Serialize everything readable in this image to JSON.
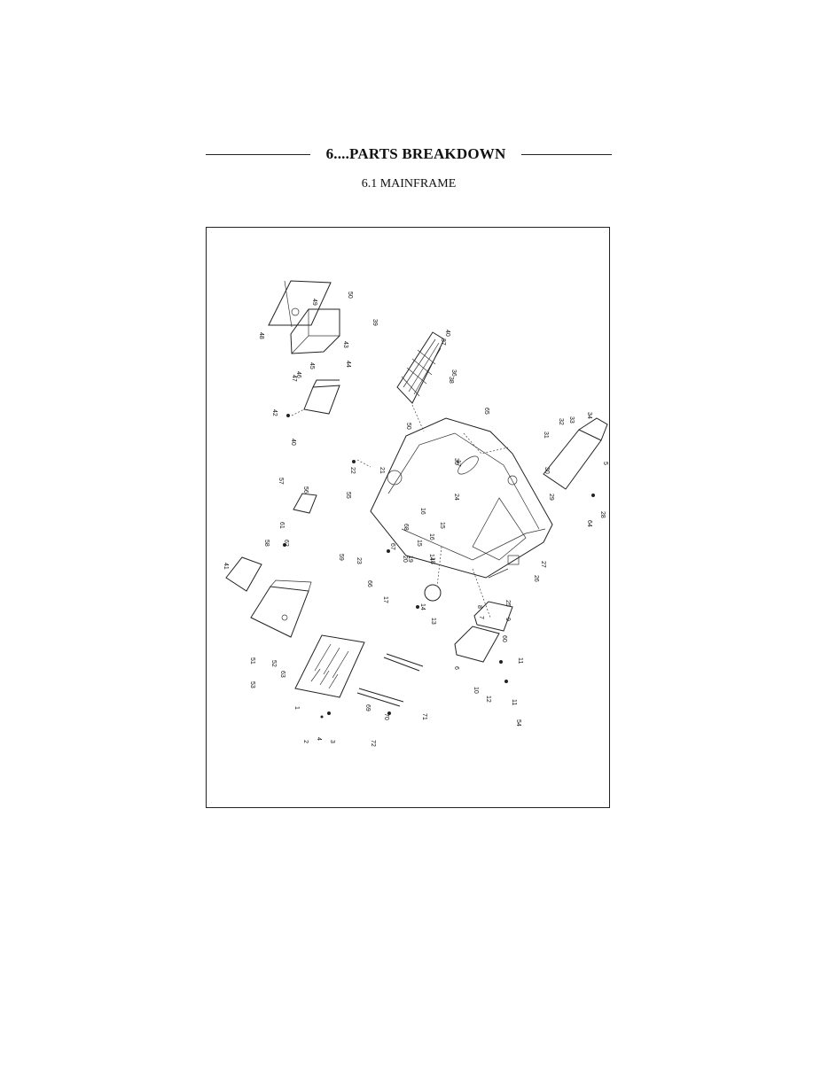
{
  "page": {
    "heading": "6....PARTS BREAKDOWN",
    "subheading": "6.1 MAINFRAME"
  },
  "diagram": {
    "callouts": [
      "1",
      "2",
      "3",
      "4",
      "5",
      "6",
      "7",
      "8",
      "9",
      "10",
      "11",
      "11",
      "12",
      "13",
      "14",
      "14",
      "15",
      "15",
      "16",
      "16",
      "17",
      "17",
      "18",
      "19",
      "20",
      "21",
      "22",
      "23",
      "24",
      "25",
      "26",
      "27",
      "28",
      "29",
      "30",
      "31",
      "32",
      "33",
      "34",
      "35",
      "36",
      "37",
      "38",
      "39",
      "40",
      "40",
      "41",
      "42",
      "43",
      "44",
      "45",
      "46",
      "47",
      "48",
      "49",
      "50",
      "50",
      "51",
      "52",
      "53",
      "54",
      "55",
      "56",
      "57",
      "58",
      "59",
      "60",
      "61",
      "62",
      "63",
      "64",
      "65",
      "66",
      "67",
      "68",
      "69",
      "70",
      "71",
      "72"
    ]
  }
}
